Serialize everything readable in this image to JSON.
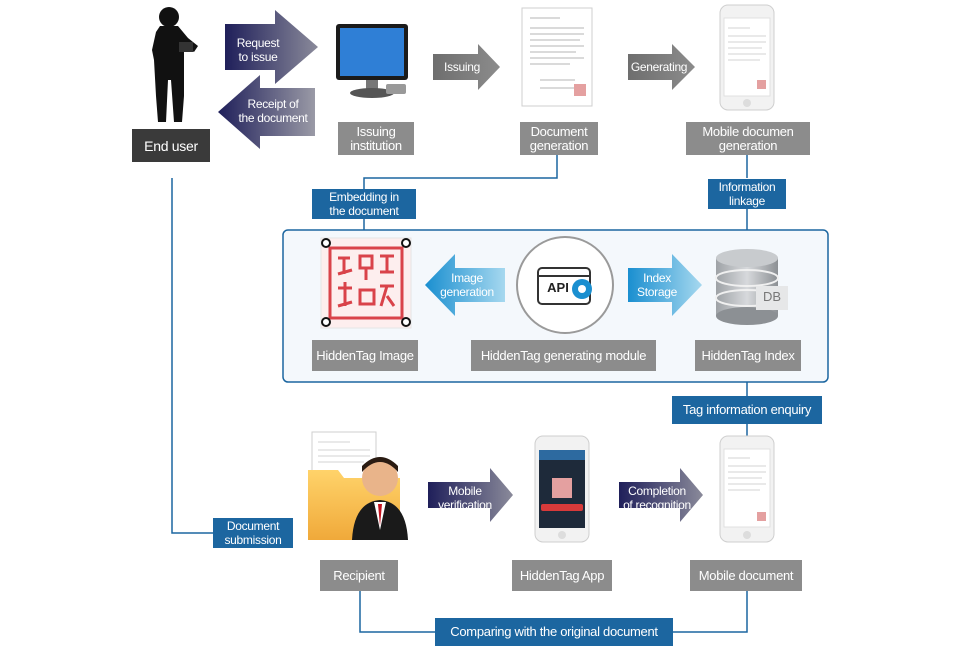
{
  "nodes": {
    "end_user": "End user",
    "issuing_institution": "Issuing\ninstitution",
    "document_generation": "Document\ngeneration",
    "mobile_document_generation": "Mobile documen\ngeneration",
    "hiddentag_image": "HiddenTag Image",
    "hiddentag_module": "HiddenTag generating module",
    "hiddentag_index": "HiddenTag Index",
    "recipient": "Recipient",
    "hiddentag_app": "HiddenTag App",
    "mobile_document": "Mobile document"
  },
  "arrows": {
    "request_to_issue": "Request\nto issue",
    "receipt_of_document": "Receipt of\nthe document",
    "issuing": "Issuing",
    "generating": "Generating",
    "image_generation": "Image\ngeneration",
    "index_storage": "Index\nStorage",
    "mobile_verification": "Mobile\nverification",
    "completion_of_recognition": "Completion\nof recognition"
  },
  "links": {
    "embedding_in_document": "Embedding in\nthe document",
    "information_linkage": "Information\nlinkage",
    "tag_information_enquiry": "Tag information enquiry",
    "document_submission": "Document\nsubmission",
    "comparing_original": "Comparing with the original document"
  },
  "icons": {
    "api_label": "API",
    "db_label": "DB"
  },
  "colors": {
    "blue": "#1c66a0",
    "gray_label": "#8c8c8c",
    "dark_label": "#3a3a3a",
    "navy_arrow": "#26265e",
    "cyan_arrow": "#1a9ad6"
  }
}
